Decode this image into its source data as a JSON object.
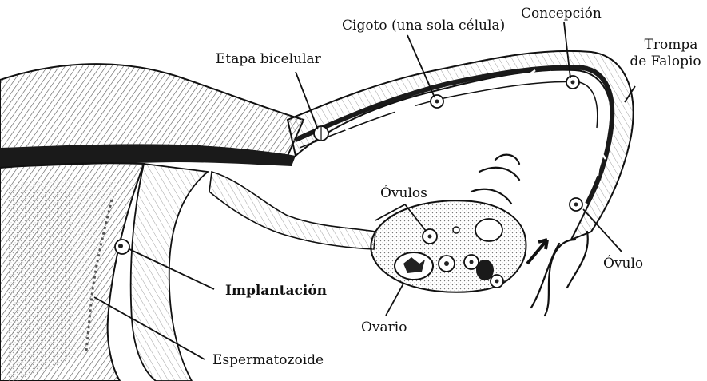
{
  "labels": {
    "concepcion": "Concepción",
    "cigoto": "Cigoto (una sola célula)",
    "etapa_bicelular": "Etapa bicelular",
    "trompa_line1": "Trompa",
    "trompa_line2": "de Falopio",
    "ovulos": "Óvulos",
    "ovulo": "Óvulo",
    "implantacion": "Implantación",
    "ovario": "Ovario",
    "espermatozoide": "Espermatozoide"
  },
  "colors": {
    "ink": "#111111",
    "tissue_dark": "#2a2a2a",
    "tissue_mid": "#8a8a8a",
    "tissue_light": "#d8d8d8",
    "background": "#ffffff"
  }
}
